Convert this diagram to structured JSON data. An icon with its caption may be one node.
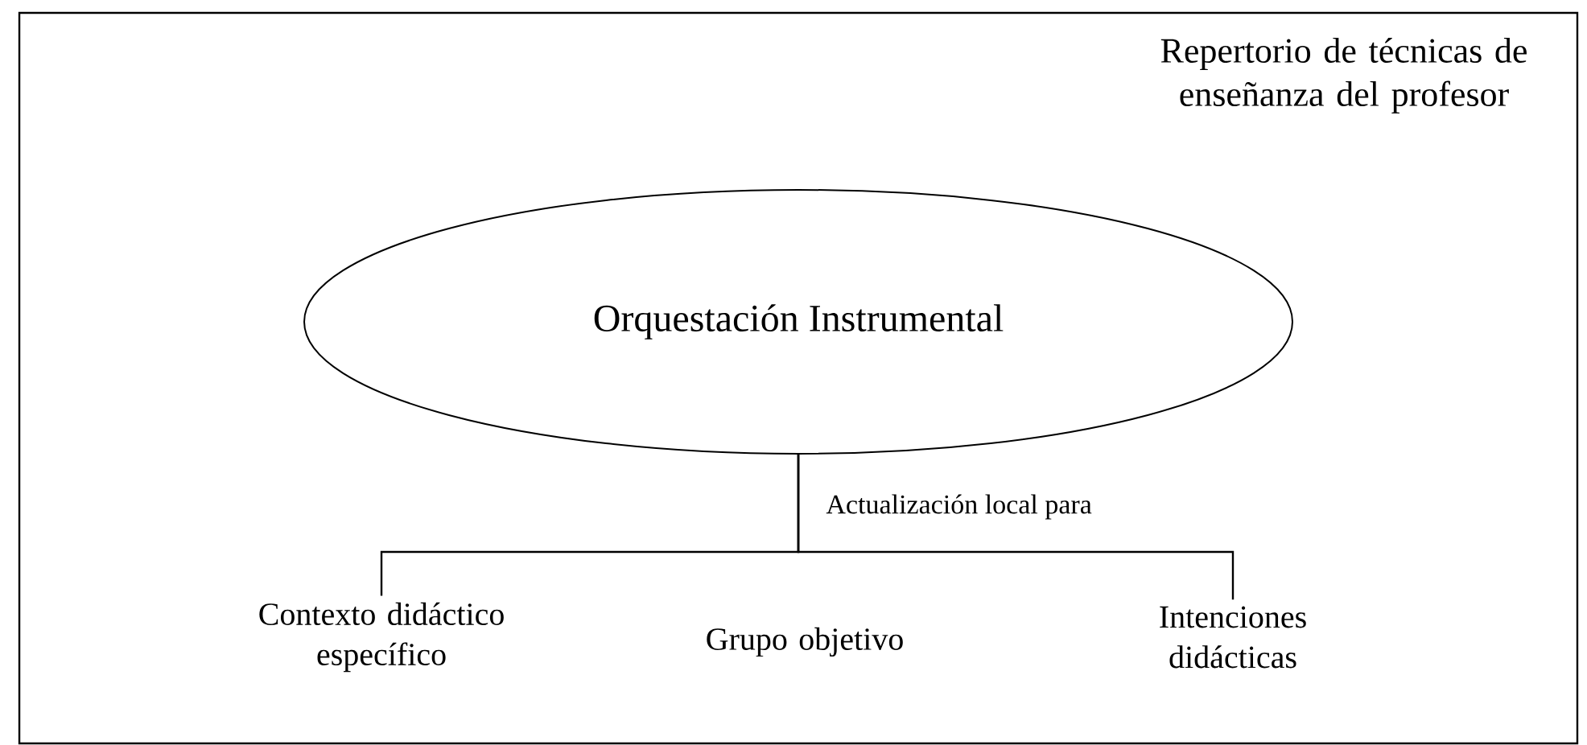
{
  "diagram": {
    "nodes": [
      {
        "text": [
          "Repertorio de técnicas de enseñanza del profesor"
        ]
      },
      {
        "text": [
          "Orquestación Instrumental"
        ],
        "in": 0
      },
      {
        "text": [
          "Contexto didáctico específico"
        ],
        "in": 0
      },
      {
        "text": [
          "Grupo objetivo"
        ],
        "in": 0
      },
      {
        "text": [
          "Intenciones didácticas"
        ],
        "in": 0
      }
    ],
    "edges": [
      {
        "from": 1,
        "to": 2,
        "arrow": "none"
      },
      {
        "from": 1,
        "to": 3,
        "arrow": "none",
        "label": "Actualización local para"
      },
      {
        "from": 1,
        "to": 4,
        "arrow": "none"
      }
    ]
  }
}
